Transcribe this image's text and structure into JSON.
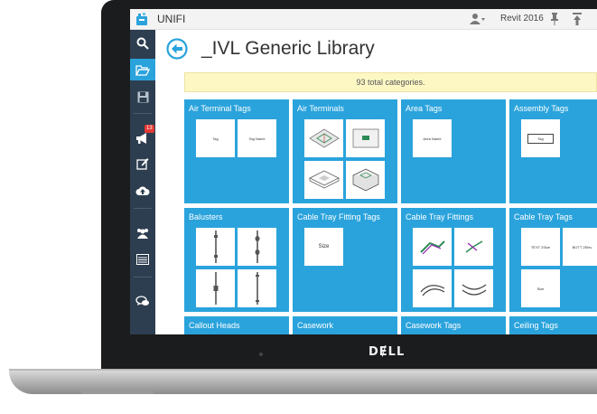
{
  "app": {
    "title": "UNIFI",
    "project": "Revit 2016"
  },
  "page": {
    "title": "_IVL Generic Library",
    "banner": "93 total categories."
  },
  "sidebar": {
    "badge_count": "13"
  },
  "categories": [
    {
      "name": "Air Terminal Tags",
      "thumbs": [
        "Tag",
        "Tag Name"
      ]
    },
    {
      "name": "Air Terminals",
      "thumbs": [
        "",
        "",
        "",
        ""
      ]
    },
    {
      "name": "Area Tags",
      "thumbs": [
        "Area Name"
      ]
    },
    {
      "name": "Assembly Tags",
      "thumbs": [
        "Tag"
      ]
    },
    {
      "name": "Balusters",
      "thumbs": [
        "",
        "",
        "",
        ""
      ]
    },
    {
      "name": "Cable Tray Fitting Tags",
      "thumbs": [
        "Size"
      ]
    },
    {
      "name": "Cable Tray Fittings",
      "thumbs": [
        "",
        "",
        "",
        ""
      ]
    },
    {
      "name": "Cable Tray Tags",
      "thumbs": [
        "TEXT 2Size",
        "BOTT 2Elev",
        "Size"
      ]
    },
    {
      "name": "Callout Heads",
      "thumbs": []
    },
    {
      "name": "Casework",
      "thumbs": []
    },
    {
      "name": "Casework Tags",
      "thumbs": []
    },
    {
      "name": "Ceiling Tags",
      "thumbs": []
    }
  ],
  "icons": {
    "sidebar": [
      "search-icon",
      "folder-open-icon",
      "save-icon",
      "megaphone-icon",
      "edit-icon",
      "cloud-upload-icon",
      "users-icon",
      "list-icon",
      "chat-icon"
    ],
    "topbar": [
      "app-logo-icon",
      "user-icon",
      "pin-icon",
      "upload-top-icon"
    ]
  },
  "colors": {
    "accent": "#2aa3dc",
    "sidebar": "#2d3e50",
    "banner": "#fdf7c4",
    "badge": "#e53935"
  }
}
